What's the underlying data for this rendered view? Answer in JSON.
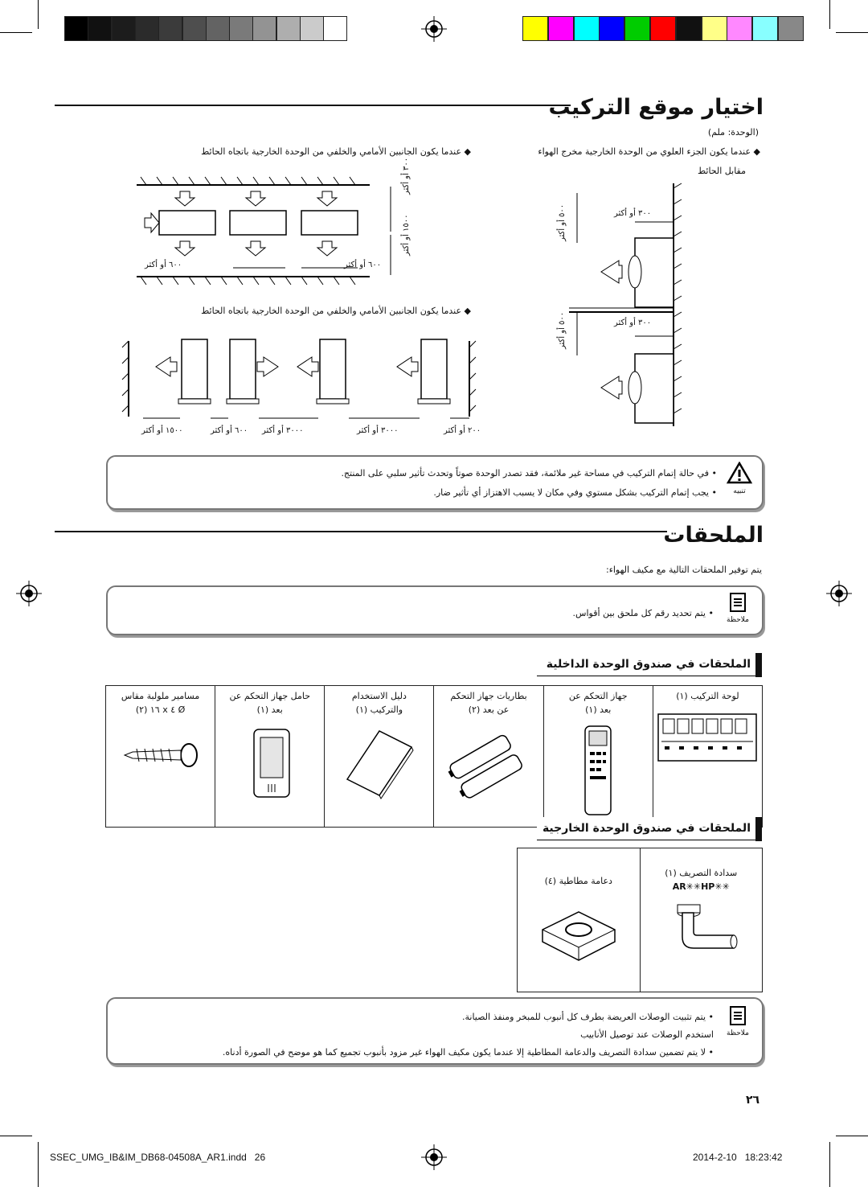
{
  "colors": {
    "bar_black": "#111111",
    "note_border": "#777777"
  },
  "gray_swatches": [
    "#000000",
    "#111111",
    "#1c1c1c",
    "#2b2b2b",
    "#3b3b3b",
    "#4e4e4e",
    "#636363",
    "#7a7a7a",
    "#939393",
    "#aeaeae",
    "#cbcbcb",
    "#ffffff"
  ],
  "color_swatches": [
    "#ffff00",
    "#ff00ff",
    "#00ffff",
    "#0000ff",
    "#00cc00",
    "#ff0000",
    "#111111",
    "#ffff88",
    "#ff88ff",
    "#88ffff",
    "#888888"
  ],
  "section1": {
    "title": "اختيار موقع التركيب",
    "unit_note": "(الوحدة: ملم)",
    "bullet_right": "عندما يكون الجزء العلوي من الوحدة الخارجية مخرج الهواء",
    "bullet_right_2": "مقابل الحائط",
    "bullet_left_top": "عندما يكون الجانبين الأمامي والخلفي من الوحدة الخارجية باتجاه الحائط",
    "bullet_left_mid": "عندما يكون الجانبين الأمامي والخلفي من الوحدة الخارجية باتجاه الحائط",
    "dims_right": {
      "top_clear": "٣٠٠ أو أكثر",
      "top_vert": "٥٠٠ أو أكثر",
      "bot_clear": "٣٠٠ أو أكثر",
      "bot_vert": "٥٠٠ أو أكثر"
    },
    "dims_top_left": {
      "left": "٦٠٠ أو أكثر",
      "right": "٦٠٠ أو أكثر",
      "v1": "٣٠٠ أو أكثر",
      "v2": "١٥٠٠ أو أكثر"
    },
    "dims_bottom_left": [
      "١٥٠٠ أو أكثر",
      "٦٠٠ أو أكثر",
      "٣٠٠٠ أو أكثر",
      "٣٠٠٠ أو أكثر",
      "٢٠٠ أو أكثر"
    ],
    "caution": {
      "label": "تنبيه",
      "line1": "في حالة إتمام التركيب في مساحة غير ملائمة، فقد تصدر الوحدة صوتاً وتحدث تأثير سلبي على المنتج.",
      "line2": "يجب إتمام التركيب بشكل مستوي وفي مكان لا يسبب الاهتزاز أي تأثير ضار."
    }
  },
  "section2": {
    "title": "الملحقات",
    "intro": "يتم توفير الملحقات التالية مع مكيف الهواء:",
    "note_label": "ملاحظة",
    "note_text": "يتم تحديد رقم كل ملحق بين أقواس.",
    "indoor_title": "الملحقات في صندوق الوحدة الداخلية",
    "indoor_items": [
      {
        "name": "لوحة التركيب (١)",
        "qty": ""
      },
      {
        "name": "جهاز التحكم عن",
        "qty": "بعد (١)"
      },
      {
        "name": "بطاريات جهاز التحكم",
        "qty": "عن بعد (٢)"
      },
      {
        "name": "دليل الاستخدام",
        "qty": "والتركيب (١)"
      },
      {
        "name": "حامل جهاز التحكم عن",
        "qty": "بعد (١)"
      },
      {
        "name": "مسامير ملولبة مقاس",
        "qty": "Ø ٤ x ١٦ (٢)"
      }
    ],
    "outdoor_title": "الملحقات في صندوق الوحدة الخارجية",
    "outdoor_items": [
      {
        "name": "سدادة التصريف (١)",
        "qty": "AR✳✳HP✳✳"
      },
      {
        "name": "دعامة مطاطية (٤)",
        "qty": ""
      }
    ],
    "note2_label": "ملاحظة",
    "note2_lines": [
      "يتم تثبيت الوصلات العريضة بطرف كل أنبوب للمبخر ومنفذ الصيانة.",
      "استخدم الوصلات عند توصيل الأنابيب",
      "لا يتم تضمين سدادة التصريف والدعامة المطاطية إلا عندما يكون مكيف الهواء غير مزود بأنبوب تجميع كما هو موضح في الصورة أدناه."
    ]
  },
  "page_number": "٢٦",
  "footer": {
    "file": "SSEC_UMG_IB&IM_DB68-04508A_AR1.indd   26",
    "stamp": "2014-2-10   18:23:42"
  }
}
